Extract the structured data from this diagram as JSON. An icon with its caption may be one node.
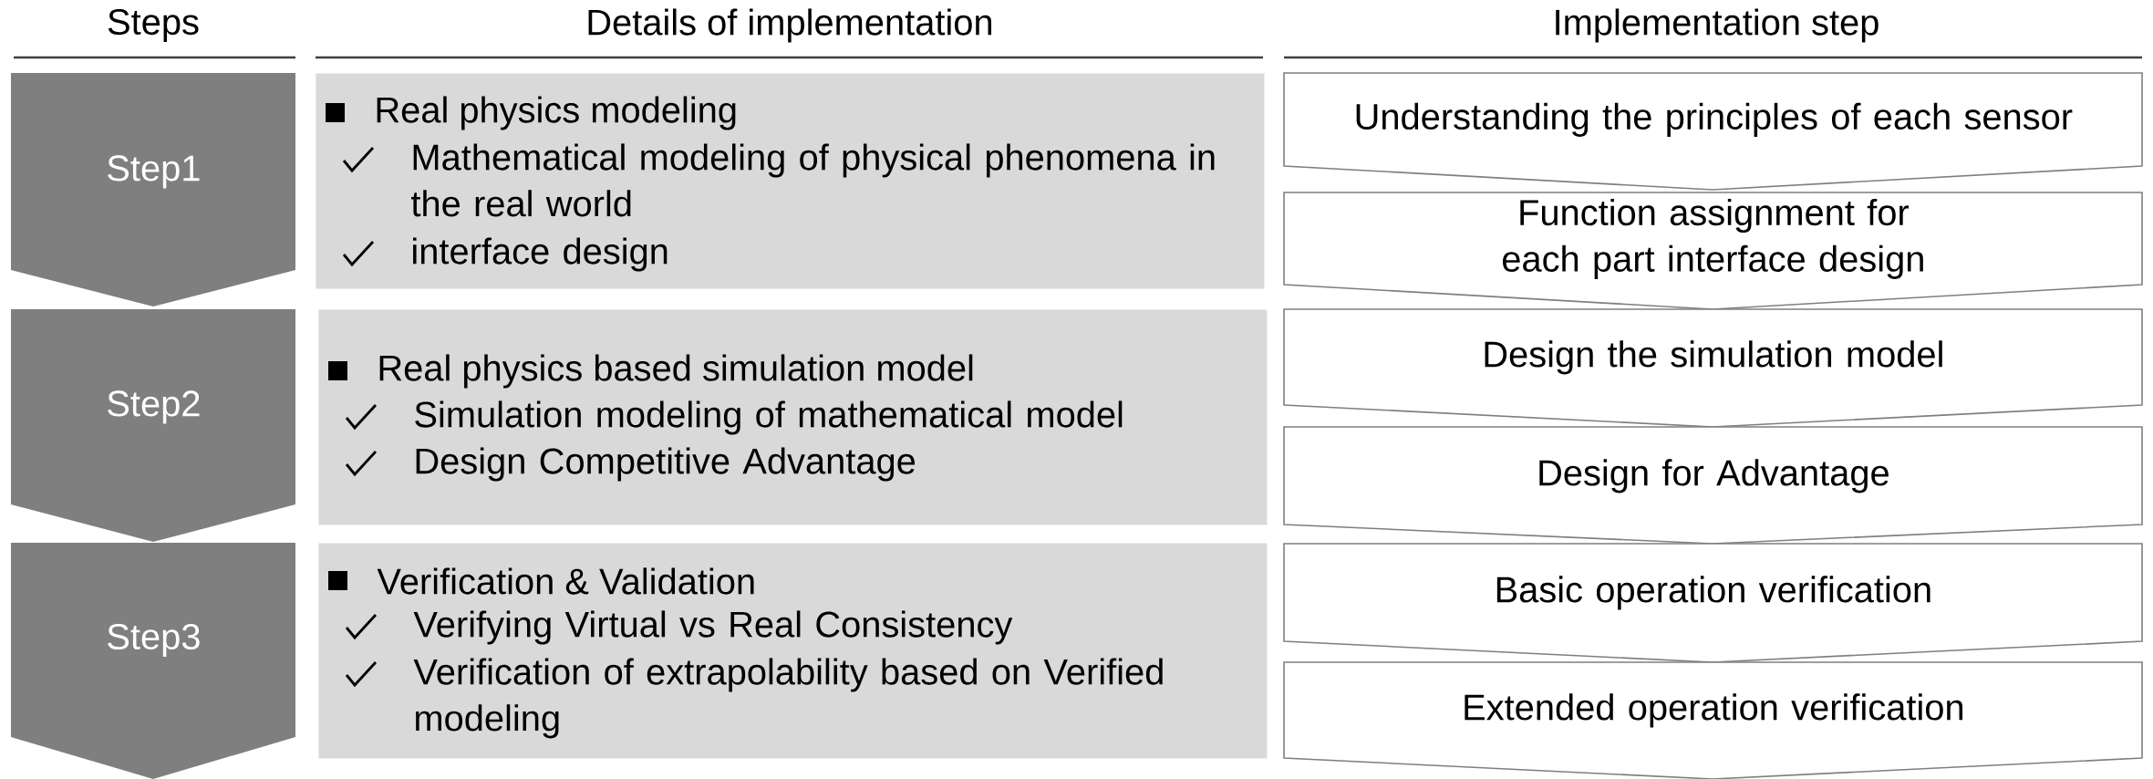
{
  "diagram": {
    "nodes": [
      {
        "text": [
          "Step1"
        ]
      },
      {
        "text": [
          "Step2"
        ]
      },
      {
        "text": [
          "Step3"
        ]
      },
      {
        "text": [
          "Real physics modeling",
          "Mathematical modeling of physical phenomena in the real world",
          "interface design"
        ]
      },
      {
        "text": [
          "Real physics based simulation model",
          "Simulation modeling of mathematical model",
          "Design Competitive Advantage"
        ]
      },
      {
        "text": [
          "Verification & Validation",
          "Verifying Virtual vs Real Consistency",
          "Verification of extrapolability based on Verified modeling"
        ]
      },
      {
        "text": [
          "Understanding the principles of each sensor"
        ]
      },
      {
        "text": [
          "Function assignment for each part interface design"
        ]
      },
      {
        "text": [
          "Design the simulation model"
        ]
      },
      {
        "text": [
          "Design for Advantage"
        ]
      },
      {
        "text": [
          "Basic operation verification"
        ]
      },
      {
        "text": [
          "Extended operation verification"
        ]
      }
    ],
    "labels": [
      "Steps",
      "Details of implementation",
      "Implementation step"
    ]
  }
}
